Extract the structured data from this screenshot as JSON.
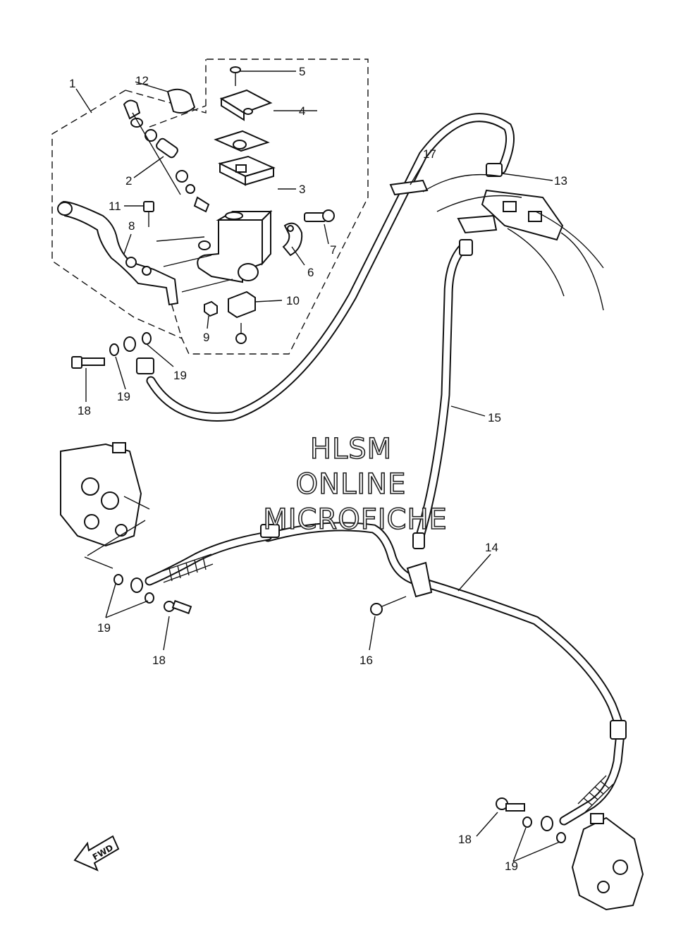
{
  "callouts": [
    {
      "id": "c1",
      "text": "1"
    },
    {
      "id": "c2",
      "text": "2"
    },
    {
      "id": "c3",
      "text": "3"
    },
    {
      "id": "c4",
      "text": "4"
    },
    {
      "id": "c5",
      "text": "5"
    },
    {
      "id": "c6",
      "text": "6"
    },
    {
      "id": "c7",
      "text": "7"
    },
    {
      "id": "c8",
      "text": "8"
    },
    {
      "id": "c9",
      "text": "9"
    },
    {
      "id": "c10",
      "text": "10"
    },
    {
      "id": "c11",
      "text": "11"
    },
    {
      "id": "c12",
      "text": "12"
    },
    {
      "id": "c13",
      "text": "13"
    },
    {
      "id": "c14",
      "text": "14"
    },
    {
      "id": "c15",
      "text": "15"
    },
    {
      "id": "c16",
      "text": "16"
    },
    {
      "id": "c17",
      "text": "17"
    },
    {
      "id": "c18a",
      "text": "18"
    },
    {
      "id": "c18b",
      "text": "18"
    },
    {
      "id": "c18c",
      "text": "18"
    },
    {
      "id": "c19a",
      "text": "19"
    },
    {
      "id": "c19b",
      "text": "19"
    },
    {
      "id": "c19c",
      "text": "19"
    },
    {
      "id": "c19d",
      "text": "19"
    }
  ],
  "watermark": {
    "line1": "HLSM",
    "line2": "ONLINE",
    "line3": "MICROFICHE"
  },
  "fwd_label": "FWD"
}
